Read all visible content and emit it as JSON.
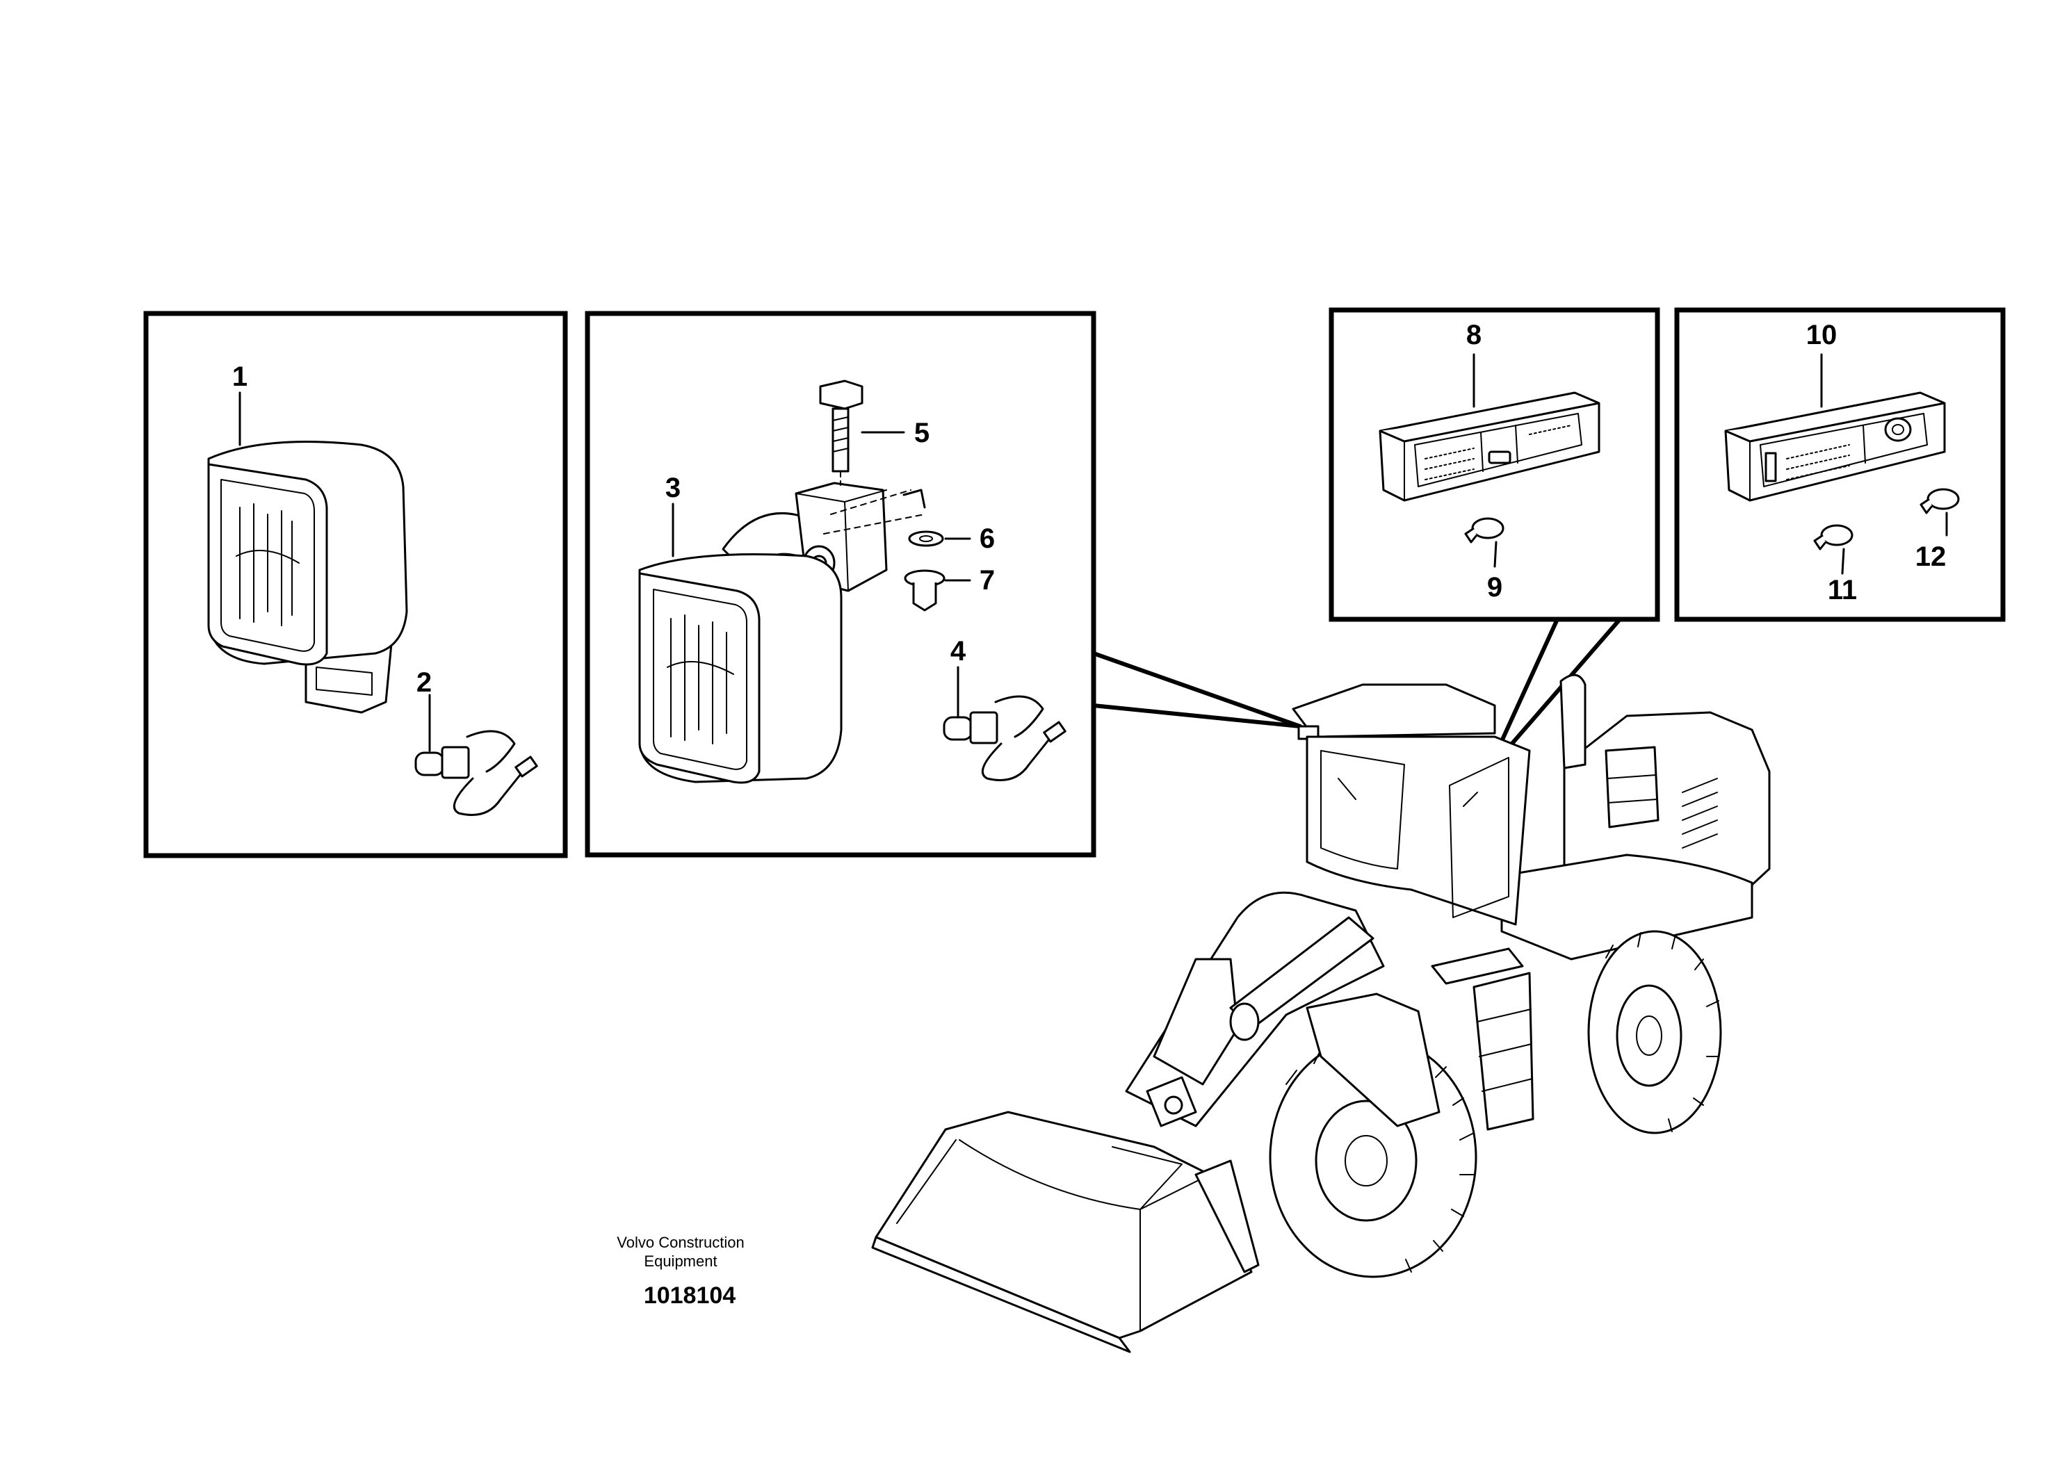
{
  "callouts": {
    "c1": "1",
    "c2": "2",
    "c3": "3",
    "c4": "4",
    "c5": "5",
    "c6": "6",
    "c7": "7",
    "c8": "8",
    "c9": "9",
    "c10": "10",
    "c11": "11",
    "c12": "12"
  },
  "footer": {
    "company_line1": "Volvo Construction",
    "company_line2": "Equipment",
    "figure_number": "1018104"
  }
}
